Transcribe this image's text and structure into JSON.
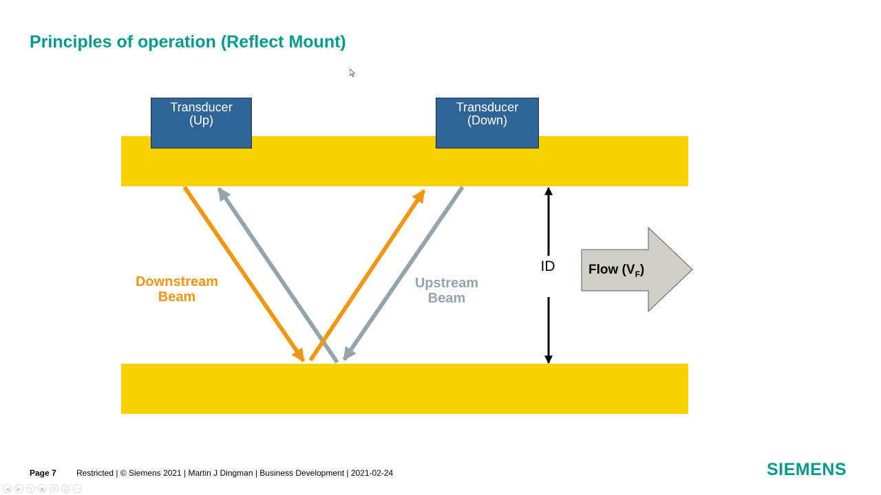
{
  "slide": {
    "title": "Principles of operation (Reflect Mount)"
  },
  "transducers": {
    "up": {
      "line1": "Transducer",
      "line2": "(Up)"
    },
    "down": {
      "line1": "Transducer",
      "line2": "(Down)"
    }
  },
  "beams": {
    "downstream": {
      "line1": "Downstream",
      "line2": "Beam"
    },
    "upstream": {
      "line1": "Upstream",
      "line2": "Beam"
    }
  },
  "diameter_label": "ID",
  "flow": {
    "label": "Flow (V",
    "subscript": "F",
    "suffix": ")"
  },
  "colors": {
    "title": "#00998f",
    "pipe": "#f7d100",
    "transducer": "#2e6496",
    "downstream_beam": "#f0960f",
    "upstream_beam": "#93a4ad",
    "flow_arrow": "#cfcfc8",
    "logo": "#00998f"
  },
  "footer": {
    "page": "Page 7",
    "text": "Restricted | © Siemens 2021 | Martin J Dingman | Business Development | 2021-02-24",
    "logo": "SIEMENS"
  },
  "toolbar_icons": [
    "previous-icon",
    "next-icon",
    "pen-icon",
    "view-icon",
    "zoom-icon",
    "menu-icon",
    "more-icon"
  ]
}
